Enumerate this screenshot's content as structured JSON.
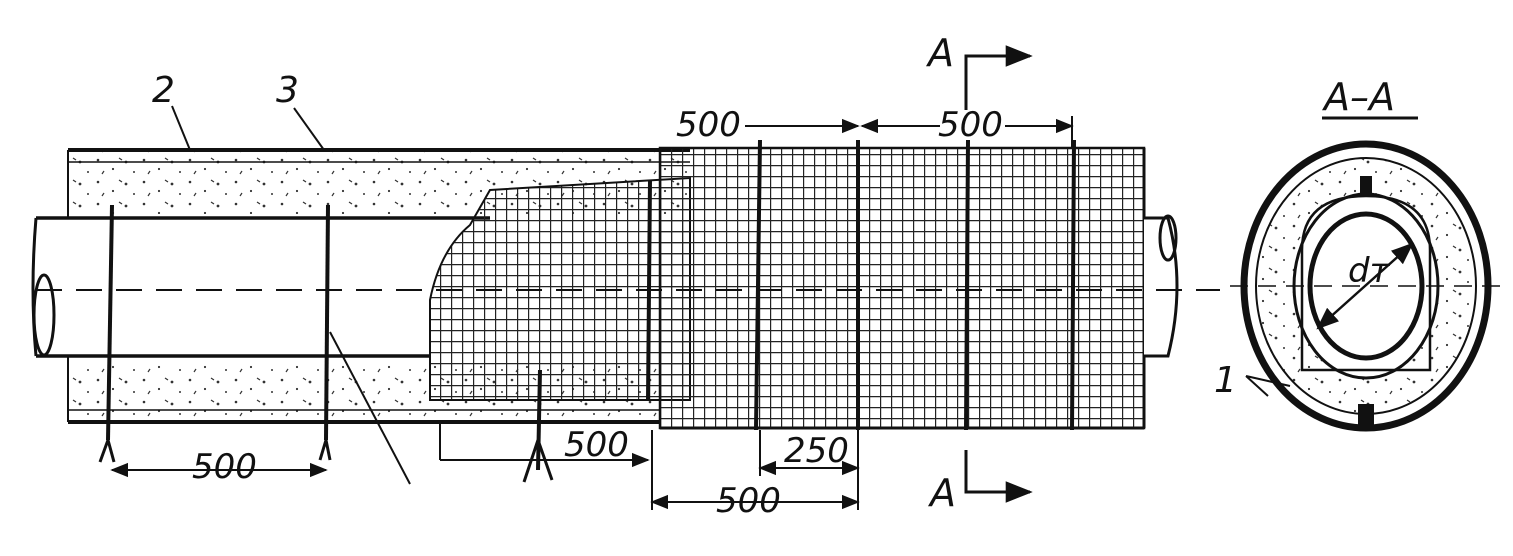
{
  "labels": {
    "section_mark": "A",
    "section_title": "A–A",
    "dim_500": "500",
    "dim_250": "250",
    "part_1": "1",
    "part_2": "2",
    "part_3": "3",
    "diameter": "dт"
  },
  "colors": {
    "ink": "#111111",
    "paper": "#ffffff",
    "insulation_dots": "#333333"
  }
}
